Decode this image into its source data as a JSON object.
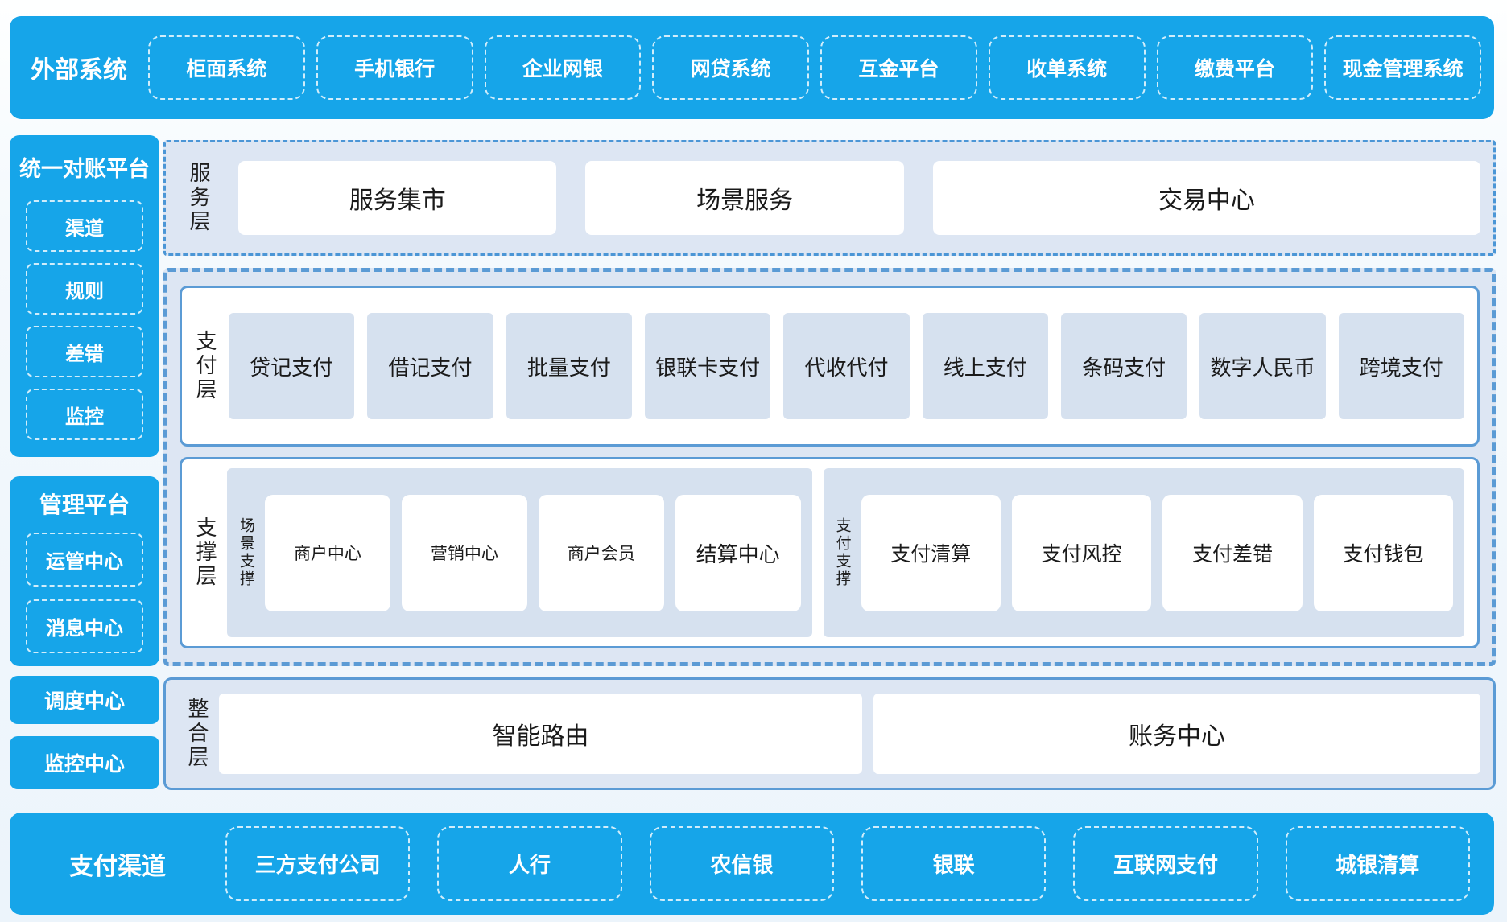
{
  "colors": {
    "accent_blue": "#16a5e9",
    "panel_border_blue": "#5b9bd5",
    "panel_bg": "#dde6f3",
    "tile_bg": "#d6e1ef"
  },
  "top_bar": {
    "title": "外部系统",
    "items": [
      "柜面系统",
      "手机银行",
      "企业网银",
      "网贷系统",
      "互金平台",
      "收单系统",
      "缴费平台",
      "现金管理系统"
    ]
  },
  "sidebar": {
    "reconciliation_platform": {
      "title": "统一对账平台",
      "items": [
        "渠道",
        "规则",
        "差错",
        "监控"
      ]
    },
    "management_platform": {
      "title": "管理平台",
      "items": [
        "运管中心",
        "消息中心"
      ]
    },
    "dispatch_center": "调度中心",
    "monitor_center": "监控中心"
  },
  "service_layer": {
    "label": "服务层",
    "items": [
      "服务集市",
      "场景服务",
      "交易中心"
    ]
  },
  "payment_layer": {
    "label": "支付层",
    "items": [
      "贷记支付",
      "借记支付",
      "批量支付",
      "银联卡支付",
      "代收代付",
      "线上支付",
      "条码支付",
      "数字人民币",
      "跨境支付"
    ]
  },
  "support_layer": {
    "label": "支撑层",
    "groups": [
      {
        "label": "场景支撑",
        "items": [
          "商户中心",
          "营销中心",
          "商户会员",
          "结算中心"
        ]
      },
      {
        "label": "支付支撑",
        "items": [
          "支付清算",
          "支付风控",
          "支付差错",
          "支付钱包"
        ]
      }
    ]
  },
  "integration_layer": {
    "label": "整合层",
    "items": [
      "智能路由",
      "账务中心"
    ]
  },
  "bottom_bar": {
    "title": "支付渠道",
    "items": [
      "三方支付公司",
      "人行",
      "农信银",
      "银联",
      "互联网支付",
      "城银清算"
    ]
  }
}
